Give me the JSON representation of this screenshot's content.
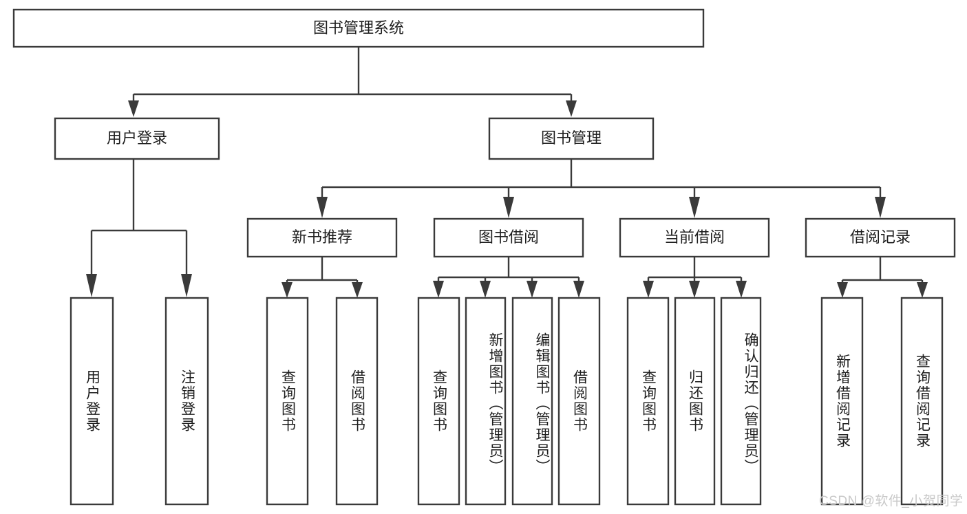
{
  "diagram": {
    "type": "hierarchy-tree",
    "title": "图书管理系统",
    "orientation": "top-down",
    "background_color": "#ffffff",
    "box_stroke_color": "#3a3a3a",
    "text_color": "#1d1d1d",
    "levels": 4,
    "root": {
      "id": "root",
      "label": "图书管理系统",
      "text_direction": "horizontal"
    },
    "level2": [
      {
        "id": "user-login",
        "label": "用户登录",
        "text_direction": "horizontal"
      },
      {
        "id": "book-management",
        "label": "图书管理",
        "text_direction": "horizontal"
      }
    ],
    "level3": [
      {
        "id": "new-book-recommend",
        "label": "新书推荐",
        "text_direction": "horizontal",
        "parent": "book-management"
      },
      {
        "id": "book-borrow",
        "label": "图书借阅",
        "text_direction": "horizontal",
        "parent": "book-management"
      },
      {
        "id": "current-borrow",
        "label": "当前借阅",
        "text_direction": "horizontal",
        "parent": "book-management"
      },
      {
        "id": "borrow-record",
        "label": "借阅记录",
        "text_direction": "horizontal",
        "parent": "book-management"
      }
    ],
    "leaves": [
      {
        "id": "leaf-user-login",
        "label": "用户登录",
        "parent": "user-login",
        "text_direction": "vertical"
      },
      {
        "id": "leaf-user-logout",
        "label": "注销登录",
        "parent": "user-login",
        "text_direction": "vertical"
      },
      {
        "id": "leaf-query-book-1",
        "label": "查询图书",
        "parent": "new-book-recommend",
        "text_direction": "vertical"
      },
      {
        "id": "leaf-borrow-book-1",
        "label": "借阅图书",
        "parent": "new-book-recommend",
        "text_direction": "vertical"
      },
      {
        "id": "leaf-query-book-2",
        "label": "查询图书",
        "parent": "book-borrow",
        "text_direction": "vertical"
      },
      {
        "id": "leaf-add-book",
        "label": "新增图书（管理员）",
        "parent": "book-borrow",
        "text_direction": "vertical"
      },
      {
        "id": "leaf-edit-book",
        "label": "编辑图书（管理员）",
        "parent": "book-borrow",
        "text_direction": "vertical"
      },
      {
        "id": "leaf-borrow-book-2",
        "label": "借阅图书",
        "parent": "book-borrow",
        "text_direction": "vertical"
      },
      {
        "id": "leaf-query-book-3",
        "label": "查询图书",
        "parent": "current-borrow",
        "text_direction": "vertical"
      },
      {
        "id": "leaf-return-book",
        "label": "归还图书",
        "parent": "current-borrow",
        "text_direction": "vertical"
      },
      {
        "id": "leaf-confirm-return",
        "label": "确认归还（管理员）",
        "parent": "current-borrow",
        "text_direction": "vertical"
      },
      {
        "id": "leaf-add-record",
        "label": "新增借阅记录",
        "parent": "borrow-record",
        "text_direction": "vertical"
      },
      {
        "id": "leaf-query-record",
        "label": "查询借阅记录",
        "parent": "borrow-record",
        "text_direction": "vertical"
      }
    ]
  },
  "watermark": {
    "text": "CSDN @软件_小贺同学",
    "color": "#c9c9c9"
  }
}
